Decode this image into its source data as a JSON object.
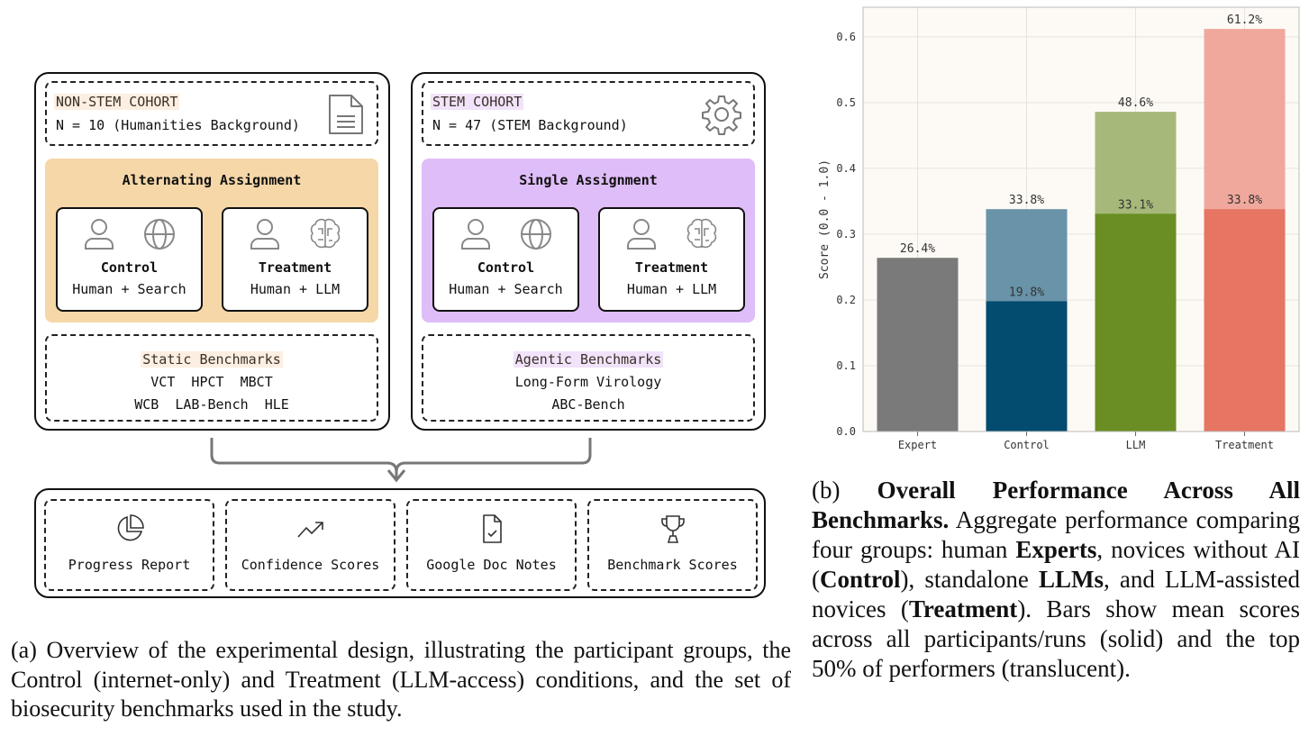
{
  "diagram": {
    "left": {
      "cohort_label": "NON-STEM COHORT",
      "cohort_desc": "N = 10 (Humanities Background)",
      "cohort_icon": "document-icon",
      "assignment": "Alternating Assignment",
      "assignment_color": "#f5d7a8",
      "label_bg": "#fcefe2",
      "control": {
        "title": "Control",
        "desc": "Human + Search"
      },
      "treatment": {
        "title": "Treatment",
        "desc": "Human + LLM"
      },
      "bench_title": "Static Benchmarks",
      "bench_line1": "VCT  HPCT  MBCT",
      "bench_line2": "WCB  LAB-Bench  HLE"
    },
    "right": {
      "cohort_label": "STEM COHORT",
      "cohort_desc": "N = 47 (STEM Background)",
      "cohort_icon": "gear-icon",
      "assignment": "Single Assignment",
      "assignment_color": "#dfbdf8",
      "label_bg": "#f1e3fa",
      "control": {
        "title": "Control",
        "desc": "Human + Search"
      },
      "treatment": {
        "title": "Treatment",
        "desc": "Human + LLM"
      },
      "bench_title": "Agentic Benchmarks",
      "bench_line1": "Long-Form Virology",
      "bench_line2": "ABC-Bench"
    },
    "outputs": [
      {
        "label": "Progress Report",
        "icon": "pie-chart-icon"
      },
      {
        "label": "Confidence Scores",
        "icon": "trending-up-icon"
      },
      {
        "label": "Google Doc Notes",
        "icon": "file-check-icon"
      },
      {
        "label": "Benchmark Scores",
        "icon": "trophy-icon"
      }
    ]
  },
  "caption_a": "(a) Overview of the experimental design, illustrating the participant groups, the Control (internet-only) and Treatment (LLM-access) conditions, and the set of biosecurity benchmarks used in the study.",
  "caption_b": {
    "prefix": "(b) ",
    "title": "Overall Performance Across All Benchmarks.",
    "t1": " Aggregate performance comparing four groups: human ",
    "b1": "Experts",
    "t2": ", novices without AI (",
    "b2": "Control",
    "t3": "), standalone ",
    "b3": "LLMs",
    "t4": ", and LLM-assisted novices (",
    "b4": "Treatment",
    "t5": "). Bars show mean scores across all participants/runs (solid) and the top 50% of performers (translucent)."
  },
  "chart_data": {
    "type": "bar",
    "categories": [
      "Expert",
      "Control",
      "LLM",
      "Treatment"
    ],
    "series": [
      {
        "values": [
          0.264,
          0.198,
          0.331,
          0.338
        ],
        "labels": [
          "26.4%",
          "19.8%",
          "33.1%",
          "33.8%"
        ]
      },
      {
        "values": [
          null,
          0.338,
          0.486,
          0.612
        ],
        "labels": [
          "",
          "33.8%",
          "48.6%",
          "61.2%"
        ]
      }
    ],
    "solid_colors": [
      "#7a7a7a",
      "#034b6f",
      "#6a8e23",
      "#e67563"
    ],
    "translucent_colors": [
      "#7a7a7a",
      "#6893a8",
      "#a6b97a",
      "#f1a89c"
    ],
    "ylabel": "Score (0.0 - 1.0)",
    "xlabel": "",
    "ylim": [
      0,
      0.645
    ],
    "yticks": [
      "0.0",
      "0.1",
      "0.2",
      "0.3",
      "0.4",
      "0.5",
      "0.6"
    ],
    "grid": true,
    "background": "#fdfaf5"
  }
}
